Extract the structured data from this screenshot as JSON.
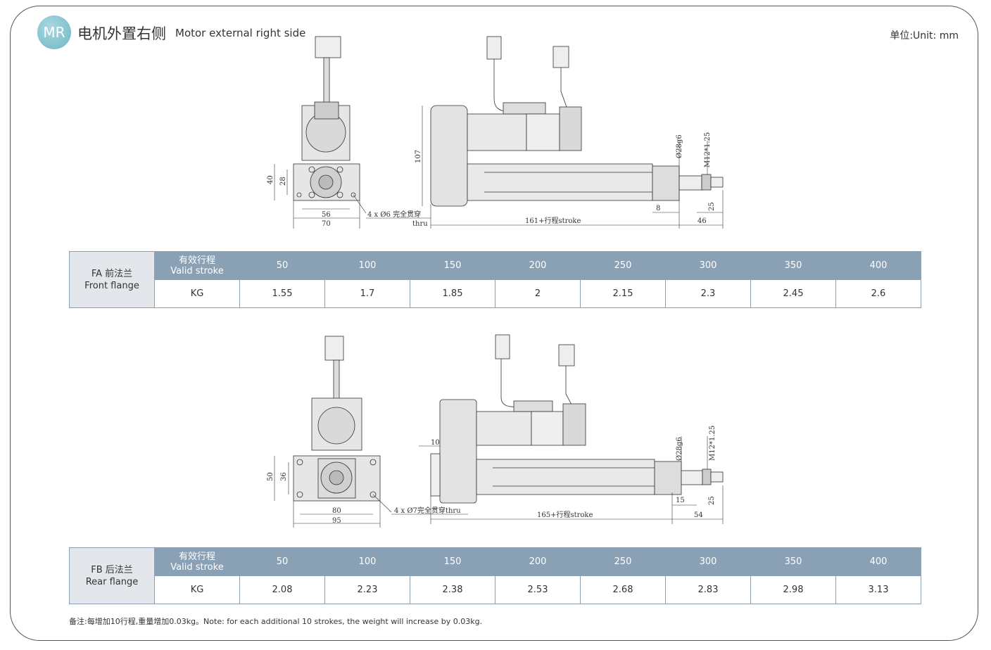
{
  "header": {
    "badge": "MR",
    "title_cn": "电机外置右侧",
    "title_en": "Motor external right side",
    "unit": "单位:Unit: mm"
  },
  "drawing_fa": {
    "dim_40": "40",
    "dim_28": "28",
    "dim_56": "56",
    "dim_70": "70",
    "hole_note": "4 x Ø6 完全贯穿",
    "hole_thru": "thru",
    "dim_107": "107",
    "stroke": "161+行程stroke",
    "shaft": "Ø28g6",
    "thread": "M12*1.25",
    "dim_8": "8",
    "dim_25": "25",
    "dim_46": "46"
  },
  "table_fa": {
    "label_cn": "FA 前法兰",
    "label_en": "Front flange",
    "row_head_cn": "有效行程",
    "row_head_en": "Valid stroke",
    "row2_head": "KG",
    "strokes": [
      "50",
      "100",
      "150",
      "200",
      "250",
      "300",
      "350",
      "400"
    ],
    "weights": [
      "1.55",
      "1.7",
      "1.85",
      "2",
      "2.15",
      "2.3",
      "2.45",
      "2.6"
    ]
  },
  "drawing_fb": {
    "dim_50": "50",
    "dim_36": "36",
    "dim_80": "80",
    "dim_95": "95",
    "hole_note": "4 x Ø7完全贯穿thru",
    "dim_10": "10",
    "stroke": "165+行程stroke",
    "shaft": "Ø28g6",
    "thread": "M12*1.25",
    "dim_15": "15",
    "dim_25": "25",
    "dim_54": "54"
  },
  "table_fb": {
    "label_cn": "FB 后法兰",
    "label_en": "Rear flange",
    "row_head_cn": "有效行程",
    "row_head_en": "Valid stroke",
    "row2_head": "KG",
    "strokes": [
      "50",
      "100",
      "150",
      "200",
      "250",
      "300",
      "350",
      "400"
    ],
    "weights": [
      "2.08",
      "2.23",
      "2.38",
      "2.53",
      "2.68",
      "2.83",
      "2.98",
      "3.13"
    ]
  },
  "note": "备注:每增加10行程,重量增加0.03kg。Note: for each additional 10 strokes, the weight will increase by 0.03kg."
}
